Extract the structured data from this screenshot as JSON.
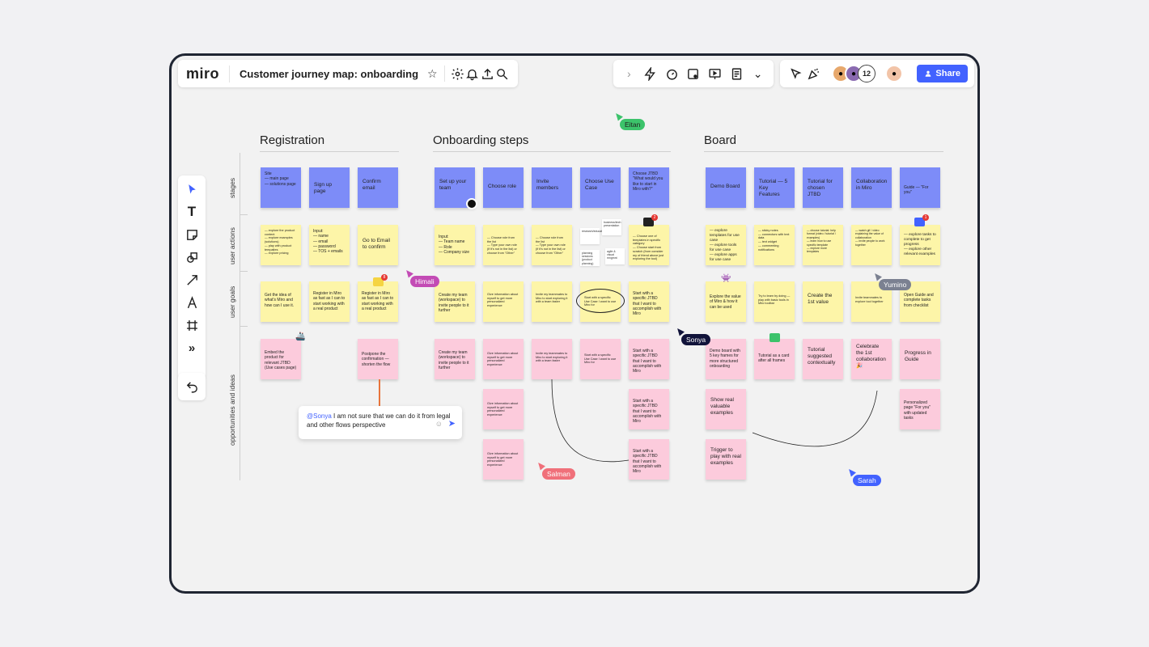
{
  "header": {
    "logo": "miro",
    "board_title": "Customer journey map: onboarding",
    "collaborator_count": "12",
    "share_label": "Share"
  },
  "sections": {
    "registration": "Registration",
    "onboarding": "Onboarding steps",
    "board": "Board"
  },
  "rows": {
    "stages": "stages",
    "actions": "user actions",
    "goals": "user goals",
    "opportunities": "opportunities and ideas"
  },
  "stickies": {
    "r_stage_1": "Site\n— main page\n— solutions page",
    "r_stage_2": "Sign up page",
    "r_stage_3": "Confirm email",
    "o_stage_1": "Set up your team",
    "o_stage_2": "Choose role",
    "o_stage_3": "Invite members",
    "o_stage_4": "Choose Use Case",
    "o_stage_5": "Choose JTBD \"What would you like to start in Miro with?\"",
    "b_stage_1": "Demo Board",
    "b_stage_2": "Tutorial — 5 Key Features",
    "b_stage_3": "Tutorial for chosen JTBD",
    "b_stage_4": "Collaboration in Miro",
    "b_stage_5": "Guide — \"For you\"",
    "r_act_1": "— explore the product content\n— explore examples (solutions)\n— play with product tempaltes\n— explore pricing",
    "r_act_2": "Input:\n— name\n— email\n— password\n— TOS + emails",
    "r_act_3": "Go to Email to confirm",
    "o_act_1": "Input:\n— Team name\n— Role\n— Company size",
    "o_act_2": "— Choose role from the list\n— Type your own role (if it's not in the list) or choose from \"Other\"",
    "o_act_3": "— Choose role from the list\n— Type your own role (if it's not in the list) or choose from \"Other\"",
    "o_act_5": "— Choose one of templates in specific category\n— Choose start from scratch (from consider my of friend above just exploring the tool)",
    "b_act_1": "— explore templates for use case\n— explore tools for use case\n— explore apps for use case",
    "b_act_2": "— sticky notes\n— connectors with text data\n— text widget\n— commenting notifications",
    "b_act_3": "— choose tutorial: help format (video / tutorial / examples)\n— learn how to use specific template\n— explore more templates",
    "b_act_4": "— watch gif / video explaining the value of collaboration\n— invite people to work together",
    "b_act_5": "— explore tasks to complete to get progress\n— explore other relevant examples",
    "r_goal_1": "Get the idea of what's Miro and how can I use it.",
    "r_goal_2": "Register in Miro as fast as I can to start working with a real product",
    "r_goal_3": "Register in Miro as fast as I can to start working with a real product",
    "o_goal_1": "Create my team (workspace) to invite people to it further",
    "o_goal_2": "Give information about myself to get more personalized experience",
    "o_goal_3": "Invite my teammates to Miro to start exploring it with a team faster",
    "o_goal_4": "Start with a specific Use Case I want to use Miro for",
    "o_goal_5": "Start with a specific JTBD that I want to accomplish with Miro",
    "b_goal_1": "Explore the value of Miro & how it can be used",
    "b_goal_2": "Try to learn by doing — play with basic tools in Miro toolbar",
    "b_goal_3": "Create the 1st value",
    "b_goal_4": "Invite teammates to explore tool together",
    "b_goal_5": "Open Guide and complete tasks from checklist",
    "r_opp_1": "Embed the product for relevant JTBD (Use cases page)",
    "r_opp_3": "Postpone the confirmation — shorten the flow",
    "o_opp_1": "Create my team (workspace) to invite people to it further",
    "o_opp_2a": "Give information about myself to get more personalized experience",
    "o_opp_2b": "Give information about myself to get more personalized experience",
    "o_opp_2c": "Give information about myself to get more personalized experience",
    "o_opp_3": "Invite my teammates to Miro to start exploring it with a team faster",
    "o_opp_4": "Start with a specific Use Case I want to use Miro for",
    "o_opp_5a": "Start with a specific JTBD that I want to accomplish with Miro",
    "o_opp_5b": "Start with a specific JTBD that I want to accomplish with Miro",
    "o_opp_5c": "Start with a specific JTBD that I want to accomplish with Miro",
    "b_opp_1a": "Demo board with 5 key frames for more structured onboarding",
    "b_opp_1b": "Show real valuable examples",
    "b_opp_1c": "Trigger to play with real examples",
    "b_opp_2": "Tutorial as a card after all frames",
    "b_opp_3": "Tutorial suggested contextually",
    "b_opp_4": "Celebrate the 1st collaboration 🎉",
    "b_opp_5a": "Progress in Guide",
    "b_opp_5b": "Personalized page \"For you\" with updated tasks"
  },
  "mini_notes": [
    "research/education",
    "business/tech presentation",
    "planning sessions (product planning)",
    "agile & visual mngmnt"
  ],
  "cursors": {
    "eitan": "Eitan",
    "himali": "Himali",
    "yumino": "Yumino",
    "sonya": "Sonya",
    "salman": "Salman",
    "sarah": "Sarah"
  },
  "comment": {
    "mention": "@Sonya",
    "text": " I am not sure that we can do it from legal and other flows perspective"
  },
  "badges": {
    "a": "8",
    "b": "2",
    "c": "1"
  },
  "colors": {
    "accent": "#4262ff",
    "blue_sticky": "#7d8cf8",
    "yellow_sticky": "#fdf5a8",
    "pink_sticky": "#fccbdc"
  }
}
